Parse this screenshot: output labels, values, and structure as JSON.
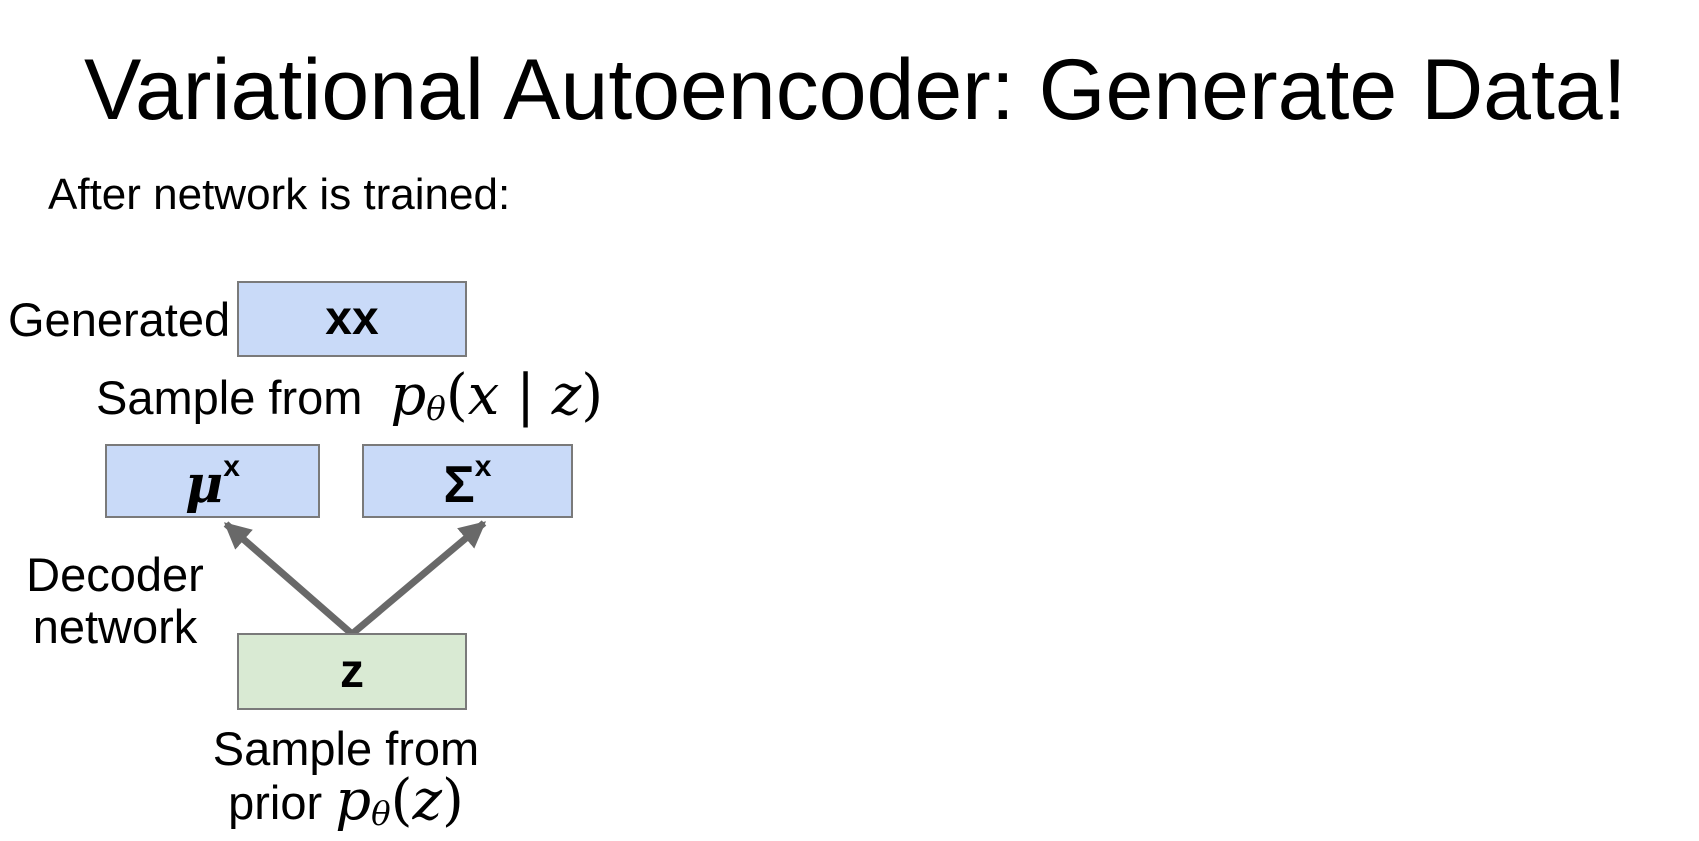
{
  "slide": {
    "title": "Variational Autoencoder: Generate Data!",
    "subtitle": "After network is trained:",
    "diagram": {
      "generated_label": "Generated",
      "generated_box": {
        "label": "xx"
      },
      "sample_x": {
        "prefix": "Sample from",
        "math": {
          "p": "p",
          "sub": "θ",
          "open": "(",
          "var1": "x",
          "bar": "|",
          "var2": "z",
          "close": ")"
        }
      },
      "mu_box": {
        "base": "μ",
        "sup": "x"
      },
      "sigma_box": {
        "base": "Σ",
        "sup": "x"
      },
      "decoder_label": {
        "line1": "Decoder",
        "line2": "network"
      },
      "z_box": {
        "label": "z"
      },
      "prior": {
        "line1": "Sample from",
        "line2_prefix": "prior",
        "math": {
          "p": "p",
          "sub": "θ",
          "open": "(",
          "var1": "z",
          "close": ")"
        }
      }
    },
    "colors": {
      "box_blue": "#c9daf8",
      "box_green": "#d9ead3",
      "box_border": "#7a7a7a",
      "arrow": "#696969"
    }
  }
}
